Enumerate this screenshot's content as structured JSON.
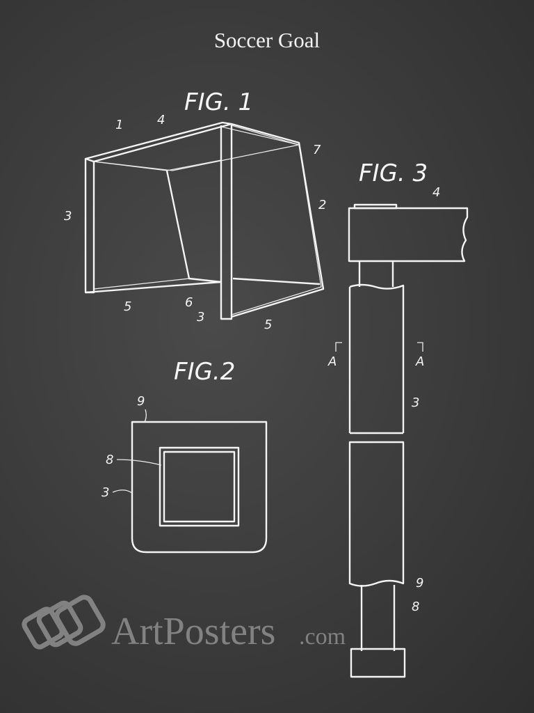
{
  "title": "Soccer Goal",
  "figures": {
    "fig1": {
      "title": "FIG. 1",
      "labels": [
        "1",
        "4",
        "7",
        "3",
        "2",
        "5",
        "6",
        "3",
        "5"
      ]
    },
    "fig2": {
      "title": "FIG.2",
      "labels": [
        "9",
        "8",
        "3"
      ]
    },
    "fig3": {
      "title": "FIG. 3",
      "labels": [
        "4",
        "A",
        "A",
        "3",
        "9",
        "8"
      ]
    }
  },
  "watermark": {
    "brand": "ArtPosters",
    "suffix": ".com"
  }
}
